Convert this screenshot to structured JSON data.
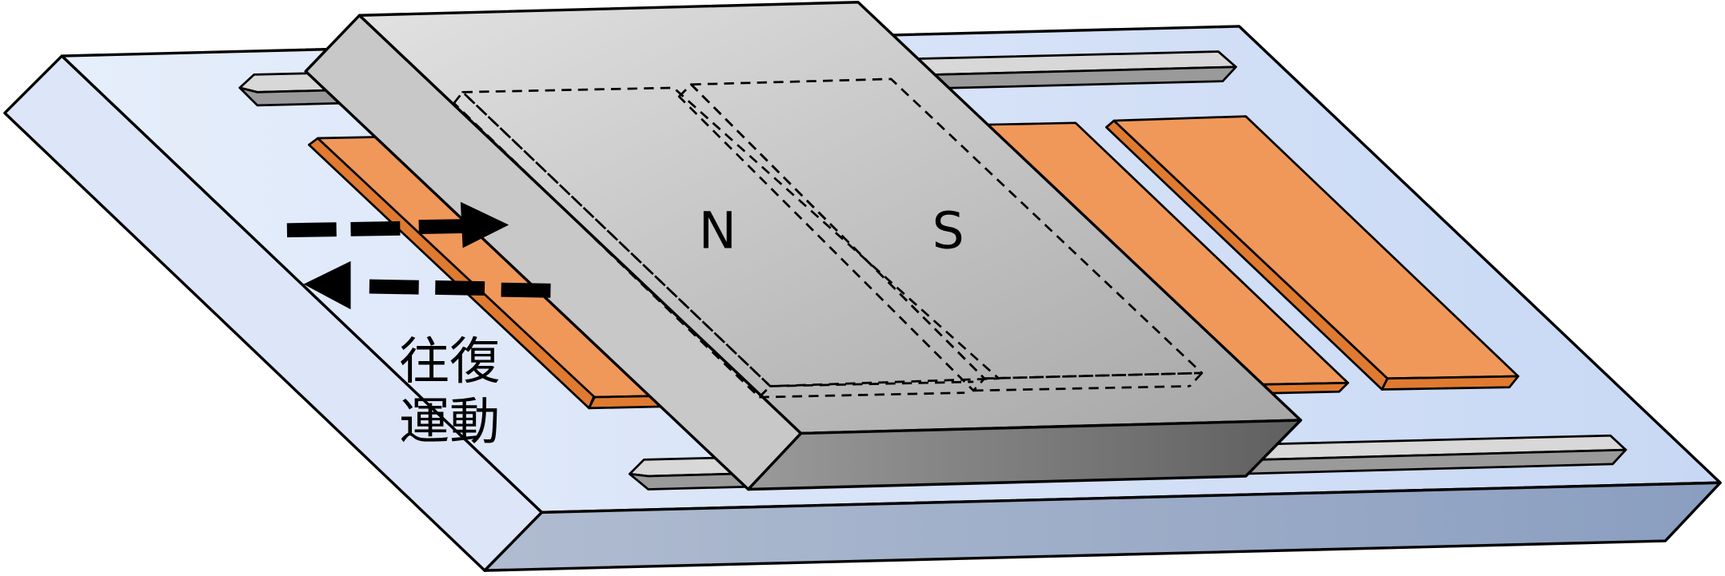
{
  "labels": {
    "north_pole": "N",
    "south_pole": "S",
    "motion_line1": "往復",
    "motion_line2": "運動"
  },
  "colors": {
    "base_top": "#dfe8f8",
    "base_side": "#9fb0cc",
    "coil": "#f0985a",
    "coil_edge": "#e07a30",
    "magnet_light": "#dcdcdc",
    "magnet_dark": "#666666",
    "rail_top": "#d8d8d8",
    "rail_side": "#999999"
  }
}
